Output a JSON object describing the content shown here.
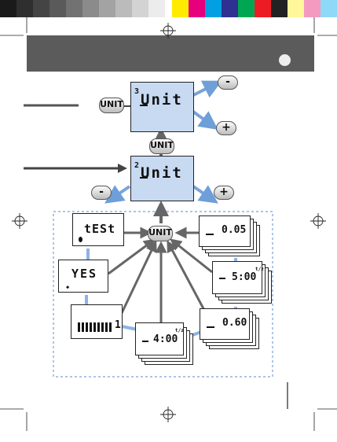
{
  "color_bar": {
    "left": [
      "#1a1a1a",
      "#2f2f2f",
      "#444444",
      "#5a5a5a",
      "#727272",
      "#8b8b8b",
      "#a3a3a3",
      "#bbbbbb",
      "#d3d3d3",
      "#ececec"
    ],
    "right": [
      "#ffeb00",
      "#e6007e",
      "#00a0e3",
      "#2e3192",
      "#00a651",
      "#ed1c24",
      "#222222",
      "#fff799",
      "#f49ac1",
      "#8ed8f8"
    ]
  },
  "top_screen": {
    "digit": "3",
    "text": "Unit"
  },
  "middle_screen": {
    "digit": "2",
    "text": "Unit"
  },
  "unit_button_label": "UNIT",
  "minus_label": "-",
  "plus_label": "+",
  "screens": {
    "test": "tESt",
    "yes": "YES",
    "val_005": "0.05",
    "val_500": "5:00",
    "val_400": "4:00",
    "val_060": "0.60"
  },
  "superscripts": {
    "val_500": "t/z",
    "val_400": "t/z"
  },
  "battery_marker": "1"
}
